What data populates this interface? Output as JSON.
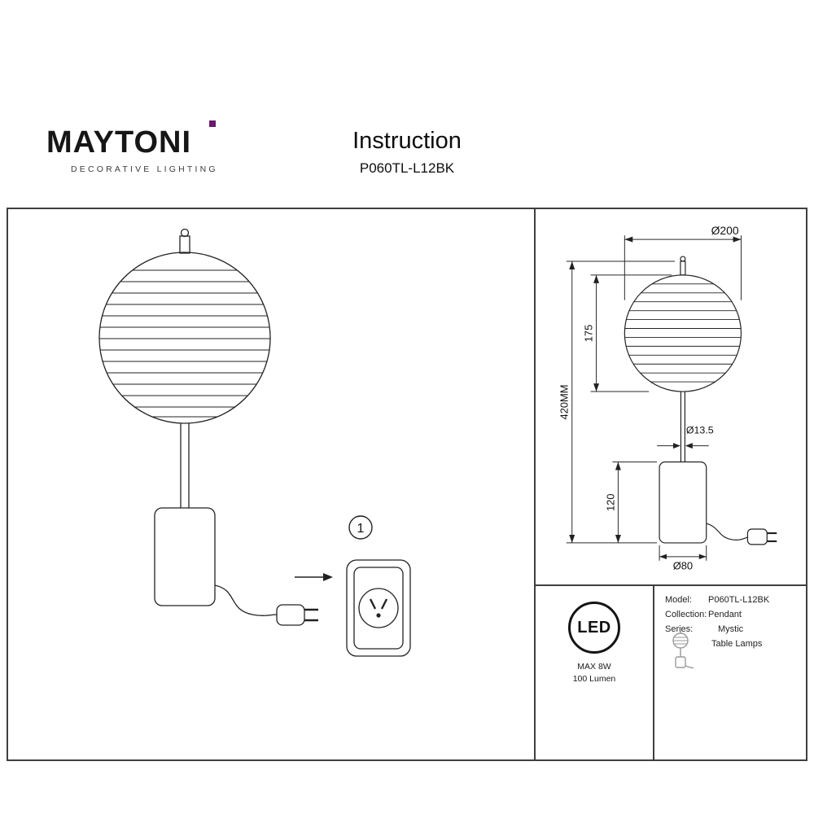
{
  "header": {
    "brand": "MAYTONI",
    "brand_subtitle": "DECORATIVE LIGHTING",
    "title": "Instruction",
    "model": "P060TL-L12BK"
  },
  "diagram": {
    "step_label": "1",
    "dimensions": {
      "shade_diameter": "Ø200",
      "shade_height": "175",
      "total_height": "420MM",
      "stem_diameter": "Ø13.5",
      "base_height": "120",
      "base_diameter": "Ø80"
    }
  },
  "spec": {
    "led_badge": "LED",
    "max_power": "MAX 8W",
    "luminous_flux": "100 Lumen",
    "fields": {
      "model_label": "Model:",
      "model_value": "P060TL-L12BK",
      "collection_label": "Collection:",
      "collection_value": "Pendant",
      "series_label": "Series:",
      "series_value_line1": "Mystic",
      "series_value_line2": "Table Lamps"
    }
  },
  "colors": {
    "accent_purple": "#6a1b6f",
    "line_color": "#222222"
  }
}
